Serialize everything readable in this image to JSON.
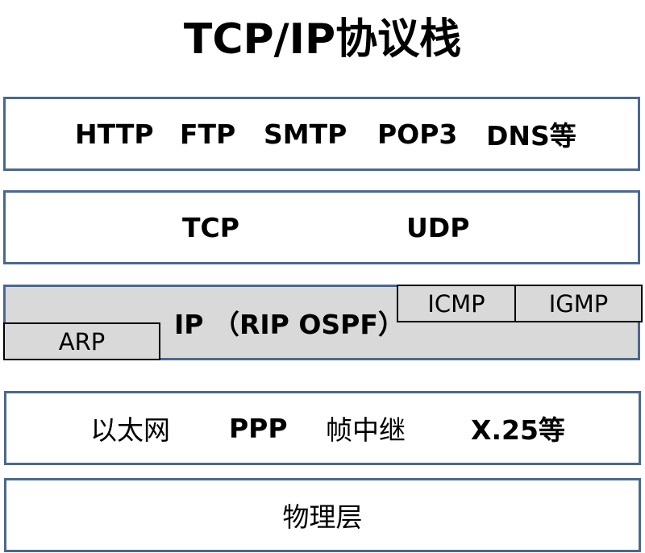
{
  "title": "TCP/IP协议栈",
  "application_layer": {
    "protocols": [
      "HTTP",
      "FTP",
      "SMTP",
      "POP3",
      "DNS等"
    ]
  },
  "transport_layer": {
    "protocols": [
      "TCP",
      "UDP"
    ]
  },
  "network_layer": {
    "main_label": "IP （RIP  OSPF）",
    "sub_protocols": [
      "ARP",
      "ICMP",
      "IGMP"
    ]
  },
  "link_layer": {
    "protocols": [
      "以太网",
      "PPP",
      "帧中继",
      "X.25等"
    ]
  },
  "physical_layer": {
    "label": "物理层"
  },
  "colors": {
    "layer_border": "#4a6891",
    "network_fill": "#d9d9d9"
  }
}
